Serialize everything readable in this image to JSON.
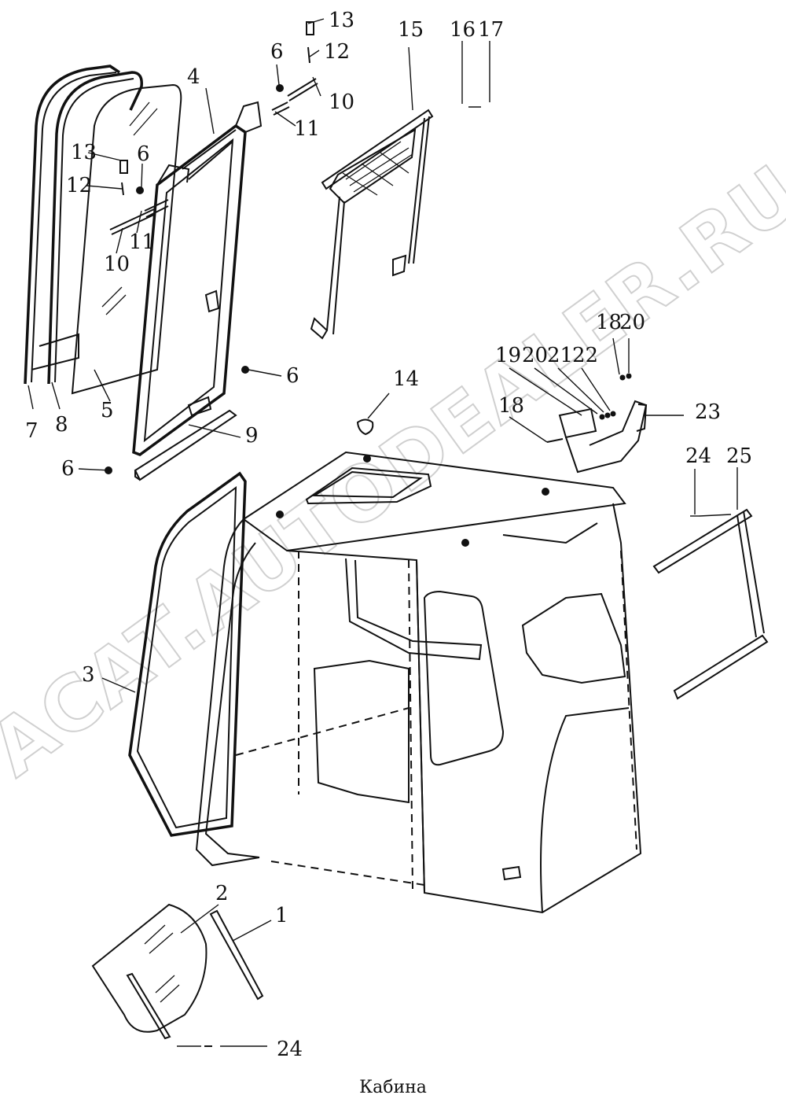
{
  "caption": "Кабина",
  "watermark": "ACAT.AUTODEALER.RU",
  "callouts": [
    "1",
    "2",
    "3",
    "4",
    "5",
    "6",
    "7",
    "8",
    "9",
    "10",
    "11",
    "12",
    "13",
    "14",
    "15",
    "16",
    "17",
    "18",
    "19",
    "20",
    "21",
    "22",
    "23",
    "24",
    "25"
  ],
  "colors": {
    "line": "#111111",
    "watermark": "#d0d0d0",
    "background": "#ffffff"
  }
}
